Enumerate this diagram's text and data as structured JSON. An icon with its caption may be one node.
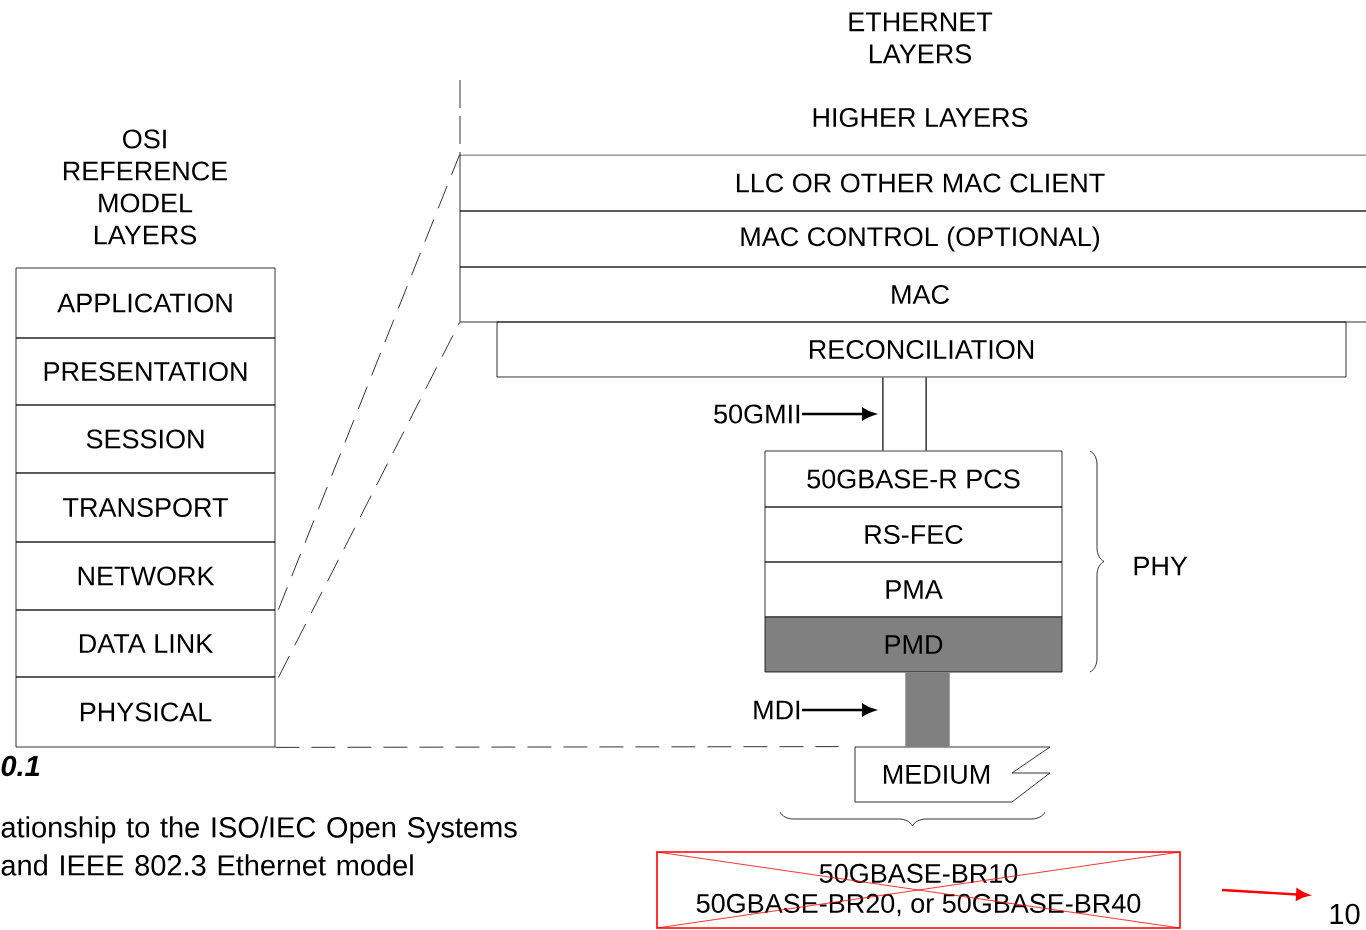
{
  "diagram": {
    "nodes": [
      {
        "text": [
          "APPLICATION"
        ]
      },
      {
        "text": [
          "PRESENTATION"
        ]
      },
      {
        "text": [
          "SESSION"
        ]
      },
      {
        "text": [
          "TRANSPORT"
        ]
      },
      {
        "text": [
          "NETWORK"
        ]
      },
      {
        "text": [
          "DATA LINK"
        ]
      },
      {
        "text": [
          "PHYSICAL"
        ]
      },
      {
        "text": [
          "HIGHER LAYERS"
        ]
      },
      {
        "text": [
          "LLC OR OTHER MAC CLIENT"
        ]
      },
      {
        "text": [
          "MAC CONTROL (OPTIONAL)"
        ]
      },
      {
        "text": [
          "MAC"
        ]
      },
      {
        "text": [
          "RECONCILIATION"
        ]
      },
      {
        "text": [
          "50GBASE-R PCS"
        ]
      },
      {
        "text": [
          "RS-FEC"
        ]
      },
      {
        "text": [
          "PMA"
        ]
      },
      {
        "text": [
          "PMD"
        ]
      },
      {
        "text": [
          "MEDIUM"
        ]
      },
      {
        "text": [
          "50GBASE-BR10",
          "50GBASE-BR20, or 50GBASE-BR40"
        ]
      },
      {
        "text": [
          "10"
        ]
      },
      {
        "text": [
          "50GMII"
        ]
      },
      {
        "text": [
          "MDI"
        ]
      }
    ],
    "edges": [
      {
        "from": 5,
        "to": 8,
        "arrow": "none",
        "style": "dashed"
      },
      {
        "from": 5,
        "to": 10,
        "arrow": "none",
        "style": "dashed"
      },
      {
        "from": 6,
        "to": 16,
        "arrow": "none",
        "style": "dashed"
      },
      {
        "from": 11,
        "to": 12,
        "arrow": "none",
        "style": "thick"
      },
      {
        "from": 15,
        "to": 16,
        "arrow": "none",
        "style": "thick",
        "color": "#808080"
      },
      {
        "from": 19,
        "to": null,
        "arrow": "to"
      },
      {
        "from": 20,
        "to": null,
        "arrow": "to"
      },
      {
        "from": null,
        "to": 18,
        "arrow": "to",
        "color": "#ff0000"
      }
    ],
    "labels": [
      "ETHERNET LAYERS",
      "OSI REFERENCE MODEL LAYERS",
      "PHY",
      "0.1",
      "ationship to the ISO/IEC Open Systems and IEEE 802.3 Ethernet model"
    ]
  }
}
